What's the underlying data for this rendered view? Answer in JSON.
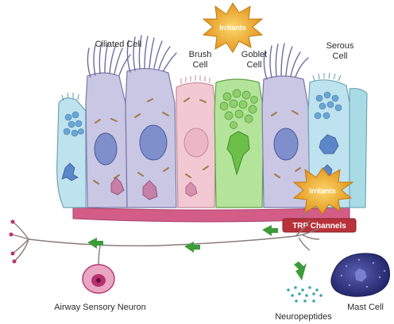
{
  "labels": {
    "irritants_top": "Irritants",
    "irritants_bottom": "Irritants",
    "ciliated_cell": "Ciliated Cell",
    "brush_cell_line1": "Brush",
    "brush_cell_line2": "Cell",
    "goblet_cell_line1": "Goblet",
    "goblet_cell_line2": "Cell",
    "serous_cell_line1": "Serous",
    "serous_cell_line2": "Cell",
    "trp_channels": "TRP Channels",
    "airway_sensory_neuron": "Airway Sensory Neuron",
    "neuropeptides": "Neuropeptides",
    "mast_cell": "Mast Cell"
  },
  "colors": {
    "irritant_badge": "#e8a21a",
    "trp_bar": "#b8323a",
    "basement_membrane": "#d35d86",
    "ciliated_cell": "#c9c7e3",
    "brush_cell": "#f2c9d3",
    "goblet_cell": "#b4e39a",
    "serous_cell": "#bfe3ee",
    "neuron_body": "#b5326e",
    "mast_cell": "#2b2f7a",
    "arrow_green": "#3c9b3a",
    "neuropeptide_dots": "#3aa6a6"
  },
  "icons": [
    "irritant-starburst-icon",
    "signal-arrow-icon"
  ]
}
